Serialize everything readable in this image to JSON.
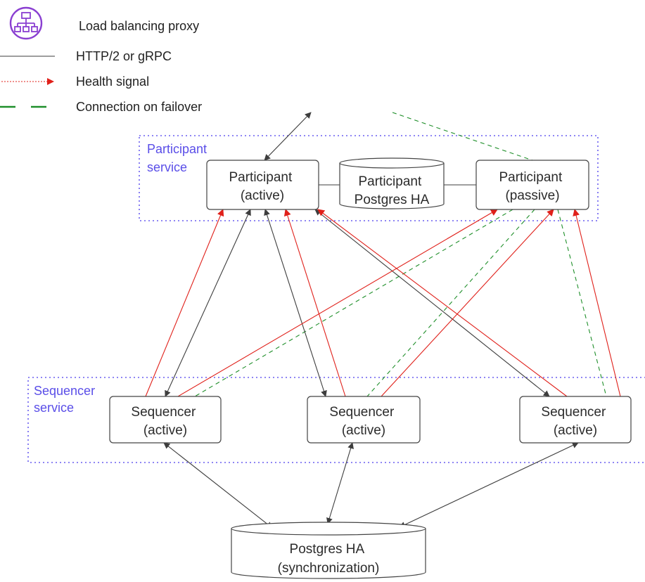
{
  "legend": {
    "proxy_label": "Load balancing proxy",
    "http_label": "HTTP/2 or gRPC",
    "health_label": "Health signal",
    "failover_label": "Connection on failover",
    "proxy_icon": "load-balancer-icon"
  },
  "groups": {
    "participant_service": [
      "Participant",
      "service"
    ],
    "sequencer_service": [
      "Sequencer",
      "service"
    ]
  },
  "nodes": {
    "participant_active": [
      "Participant",
      "(active)"
    ],
    "participant_db": [
      "Participant",
      "Postgres HA"
    ],
    "participant_passive": [
      "Participant",
      "(passive)"
    ],
    "sequencer_1": [
      "Sequencer",
      "(active)"
    ],
    "sequencer_2": [
      "Sequencer",
      "(active)"
    ],
    "sequencer_3": [
      "Sequencer",
      "(active)"
    ],
    "postgres_sync": [
      "Postgres HA",
      "(synchronization)"
    ]
  },
  "colors": {
    "http": "#3d3d3d",
    "health": "#e0201a",
    "failover": "#1f8f2a",
    "group_border": "#6a5ef0",
    "proxy_icon": "#8a3fd1"
  }
}
